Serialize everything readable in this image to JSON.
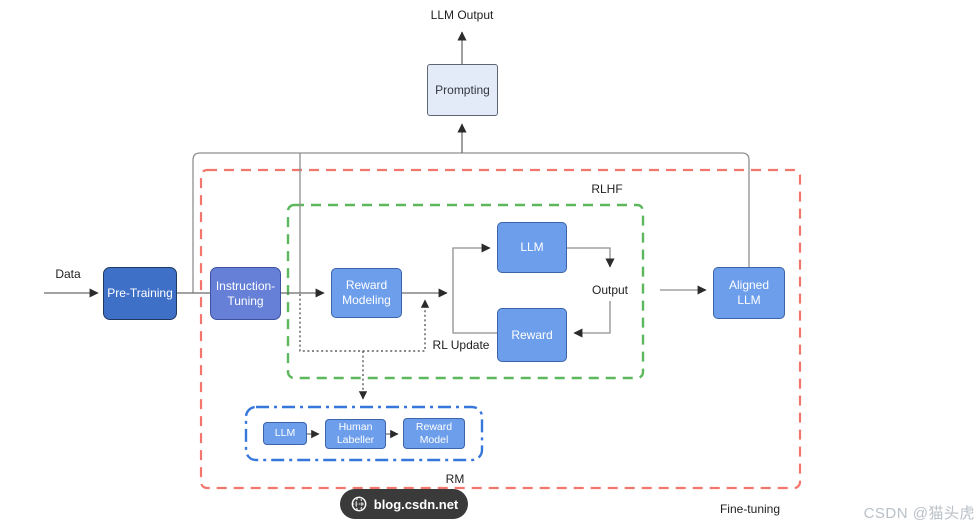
{
  "labels": {
    "llm_output": "LLM Output",
    "data": "Data",
    "output": "Output",
    "rl_update": "RL Update",
    "rlhf": "RLHF",
    "rm": "RM",
    "fine_tuning": "Fine-tuning"
  },
  "nodes": {
    "prompting": "Prompting",
    "pre_training": "Pre-Training",
    "instruction_tuning": "Instruction-\nTuning",
    "reward_modeling": "Reward\nModeling",
    "llm": "LLM",
    "reward": "Reward",
    "aligned_llm": "Aligned\nLLM",
    "rm_llm": "LLM",
    "human_labeller": "Human\nLabeller",
    "reward_model": "Reward\nModel"
  },
  "watermark": {
    "badge": "blog.csdn.net",
    "credit": "CSDN @猫头虎"
  },
  "colors": {
    "text": "#1f1f1f",
    "line": "#8f8f8f",
    "flow": "#6b6b6b",
    "dotted": "#3f3f3f",
    "arrow": "#2b2b2b",
    "red_dash": "#f2766c",
    "green_dash": "#5db75d",
    "blue_dash": "#3677dc",
    "node_fill": "#6d9eeb",
    "node_border": "#3c64a8",
    "pretrain_fill": "#3f70c8",
    "pretrain_border": "#1f3a61",
    "instruct_fill": "#6580d6",
    "instruct_border": "#3e51a0",
    "prompt_fill": "#e3eaf8",
    "prompt_border": "#5f6673",
    "badge_bg": "#3a3a3a",
    "watermark": "#b9c0c7"
  }
}
